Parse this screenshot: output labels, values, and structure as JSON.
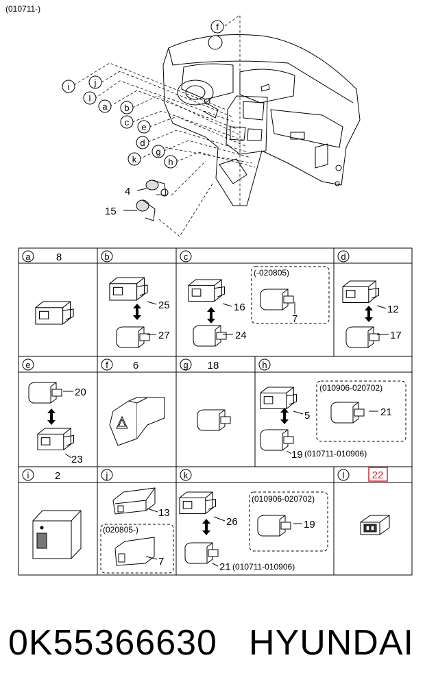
{
  "header_code": "(010711-)",
  "overview": {
    "callouts": [
      "f",
      "i",
      "j",
      "l",
      "a",
      "b",
      "c",
      "e",
      "d",
      "g",
      "k",
      "h"
    ],
    "parts": [
      "4",
      "15"
    ]
  },
  "cells": [
    {
      "letter": "a",
      "qty": "8",
      "parts": []
    },
    {
      "letter": "b",
      "qty": "",
      "parts": [
        "25",
        "27"
      ]
    },
    {
      "letter": "c",
      "qty": "",
      "parts": [
        "16",
        "24",
        "7"
      ],
      "note": "(-020805)"
    },
    {
      "letter": "d",
      "qty": "",
      "parts": [
        "12",
        "17"
      ]
    },
    {
      "letter": "e",
      "qty": "",
      "parts": [
        "20",
        "23"
      ]
    },
    {
      "letter": "f",
      "qty": "6",
      "parts": []
    },
    {
      "letter": "g",
      "qty": "18",
      "parts": []
    },
    {
      "letter": "h",
      "qty": "",
      "parts": [
        "5",
        "19",
        "21"
      ],
      "note": "(010906-020702)",
      "note2": "(010711-010906)"
    },
    {
      "letter": "i",
      "qty": "2",
      "parts": []
    },
    {
      "letter": "j",
      "qty": "",
      "parts": [
        "13",
        "7"
      ],
      "note": "(020805-)"
    },
    {
      "letter": "k",
      "qty": "",
      "parts": [
        "26",
        "21",
        "19"
      ],
      "note": "(010906-020702)",
      "note2": "(010711-010906)"
    },
    {
      "letter": "l",
      "qty": "22",
      "parts": []
    }
  ],
  "highlight_color": "#e0202a",
  "footer": {
    "part_number": "0K55366630",
    "brand": "HYUNDAI"
  }
}
